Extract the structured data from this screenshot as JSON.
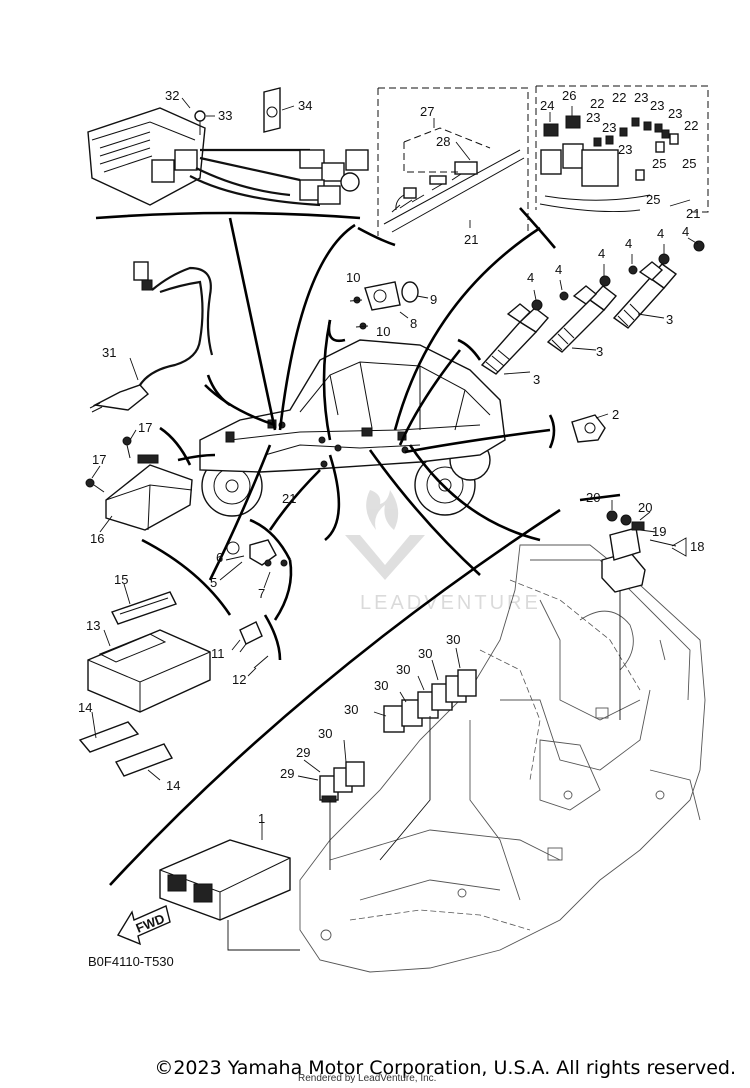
{
  "diagram_code": "B0F4110-T530",
  "fwd_arrow_label": "FWD",
  "copyright": "©2023 Yamaha Motor Corporation, U.S.A. All rights reserved.",
  "render_credit": "Rendered by LeadVenture, Inc.",
  "watermark": "LEADVENTURE",
  "callouts": {
    "c1": "1",
    "c2": "2",
    "c3a": "3",
    "c3b": "3",
    "c3c": "3",
    "c4a": "4",
    "c4b": "4",
    "c4c": "4",
    "c4d": "4",
    "c4e": "4",
    "c4f": "4",
    "c5": "5",
    "c6": "6",
    "c7": "7",
    "c8": "8",
    "c9": "9",
    "c10a": "10",
    "c10b": "10",
    "c11": "11",
    "c12": "12",
    "c13": "13",
    "c14a": "14",
    "c14b": "14",
    "c15": "15",
    "c16": "16",
    "c17a": "17",
    "c17b": "17",
    "c18": "18",
    "c19": "19",
    "c20a": "20",
    "c20b": "20",
    "c21a": "21",
    "c21b": "21",
    "c21c": "21",
    "c22a": "22",
    "c22b": "22",
    "c22c": "22",
    "c23a": "23",
    "c23b": "23",
    "c23c": "23",
    "c23d": "23",
    "c23e": "23",
    "c23f": "23",
    "c24": "24",
    "c25a": "25",
    "c25b": "25",
    "c25c": "25",
    "c26": "26",
    "c27": "27",
    "c28": "28",
    "c29a": "29",
    "c29b": "29",
    "c30a": "30",
    "c30b": "30",
    "c30c": "30",
    "c30d": "30",
    "c30e": "30",
    "c30f": "30",
    "c31": "31",
    "c32": "32",
    "c33": "33",
    "c34": "34"
  }
}
